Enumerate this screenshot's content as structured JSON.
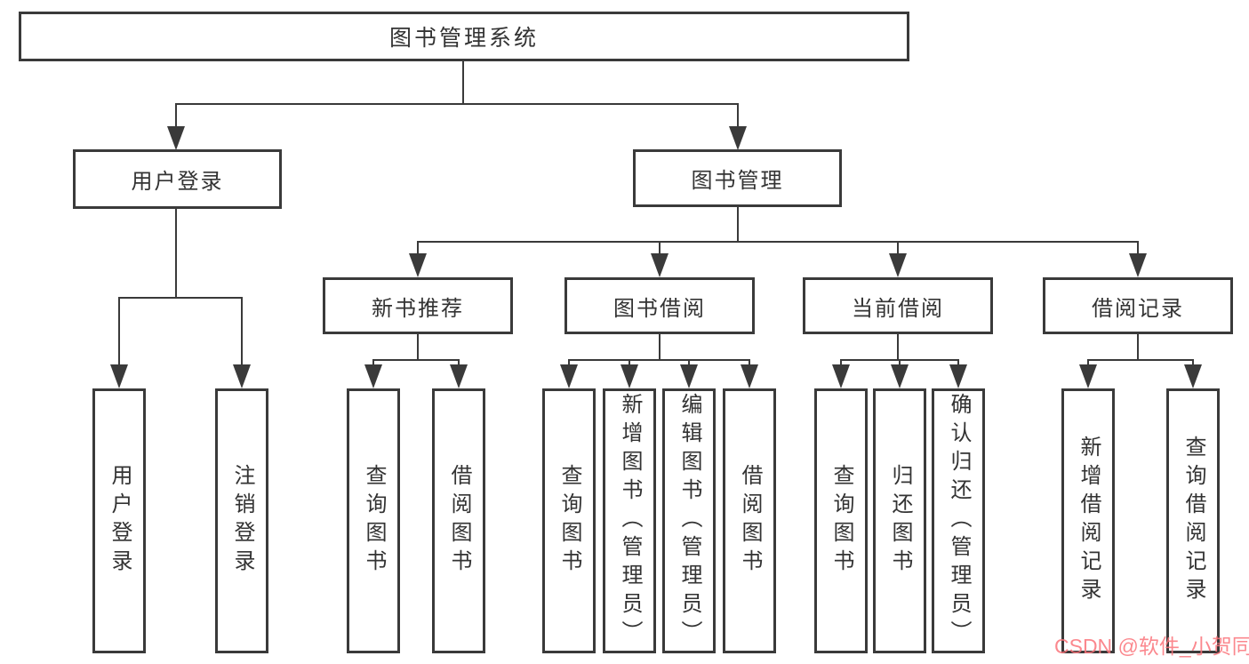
{
  "diagram": {
    "root": {
      "label": "图书管理系统"
    },
    "branches": [
      {
        "label": "用户登录",
        "children": [
          {
            "label": "用户登录"
          },
          {
            "label": "注销登录"
          }
        ]
      },
      {
        "label": "图书管理",
        "children": [
          {
            "label": "新书推荐",
            "children": [
              {
                "label": "查询图书"
              },
              {
                "label": "借阅图书"
              }
            ]
          },
          {
            "label": "图书借阅",
            "children": [
              {
                "label": "查询图书"
              },
              {
                "label": "新增图书（管理员）"
              },
              {
                "label": "编辑图书（管理员）"
              },
              {
                "label": "借阅图书"
              }
            ]
          },
          {
            "label": "当前借阅",
            "children": [
              {
                "label": "查询图书"
              },
              {
                "label": "归还图书"
              },
              {
                "label": "确认归还（管理员）"
              }
            ]
          },
          {
            "label": "借阅记录",
            "children": [
              {
                "label": "新增借阅记录"
              },
              {
                "label": "查询借阅记录"
              }
            ]
          }
        ]
      }
    ]
  },
  "watermark": {
    "text": "CSDN @软件_小贺同学"
  },
  "colors": {
    "line": "#3a3a3a",
    "text": "#333333",
    "watermark": "#fa737a",
    "background": "#ffffff"
  }
}
